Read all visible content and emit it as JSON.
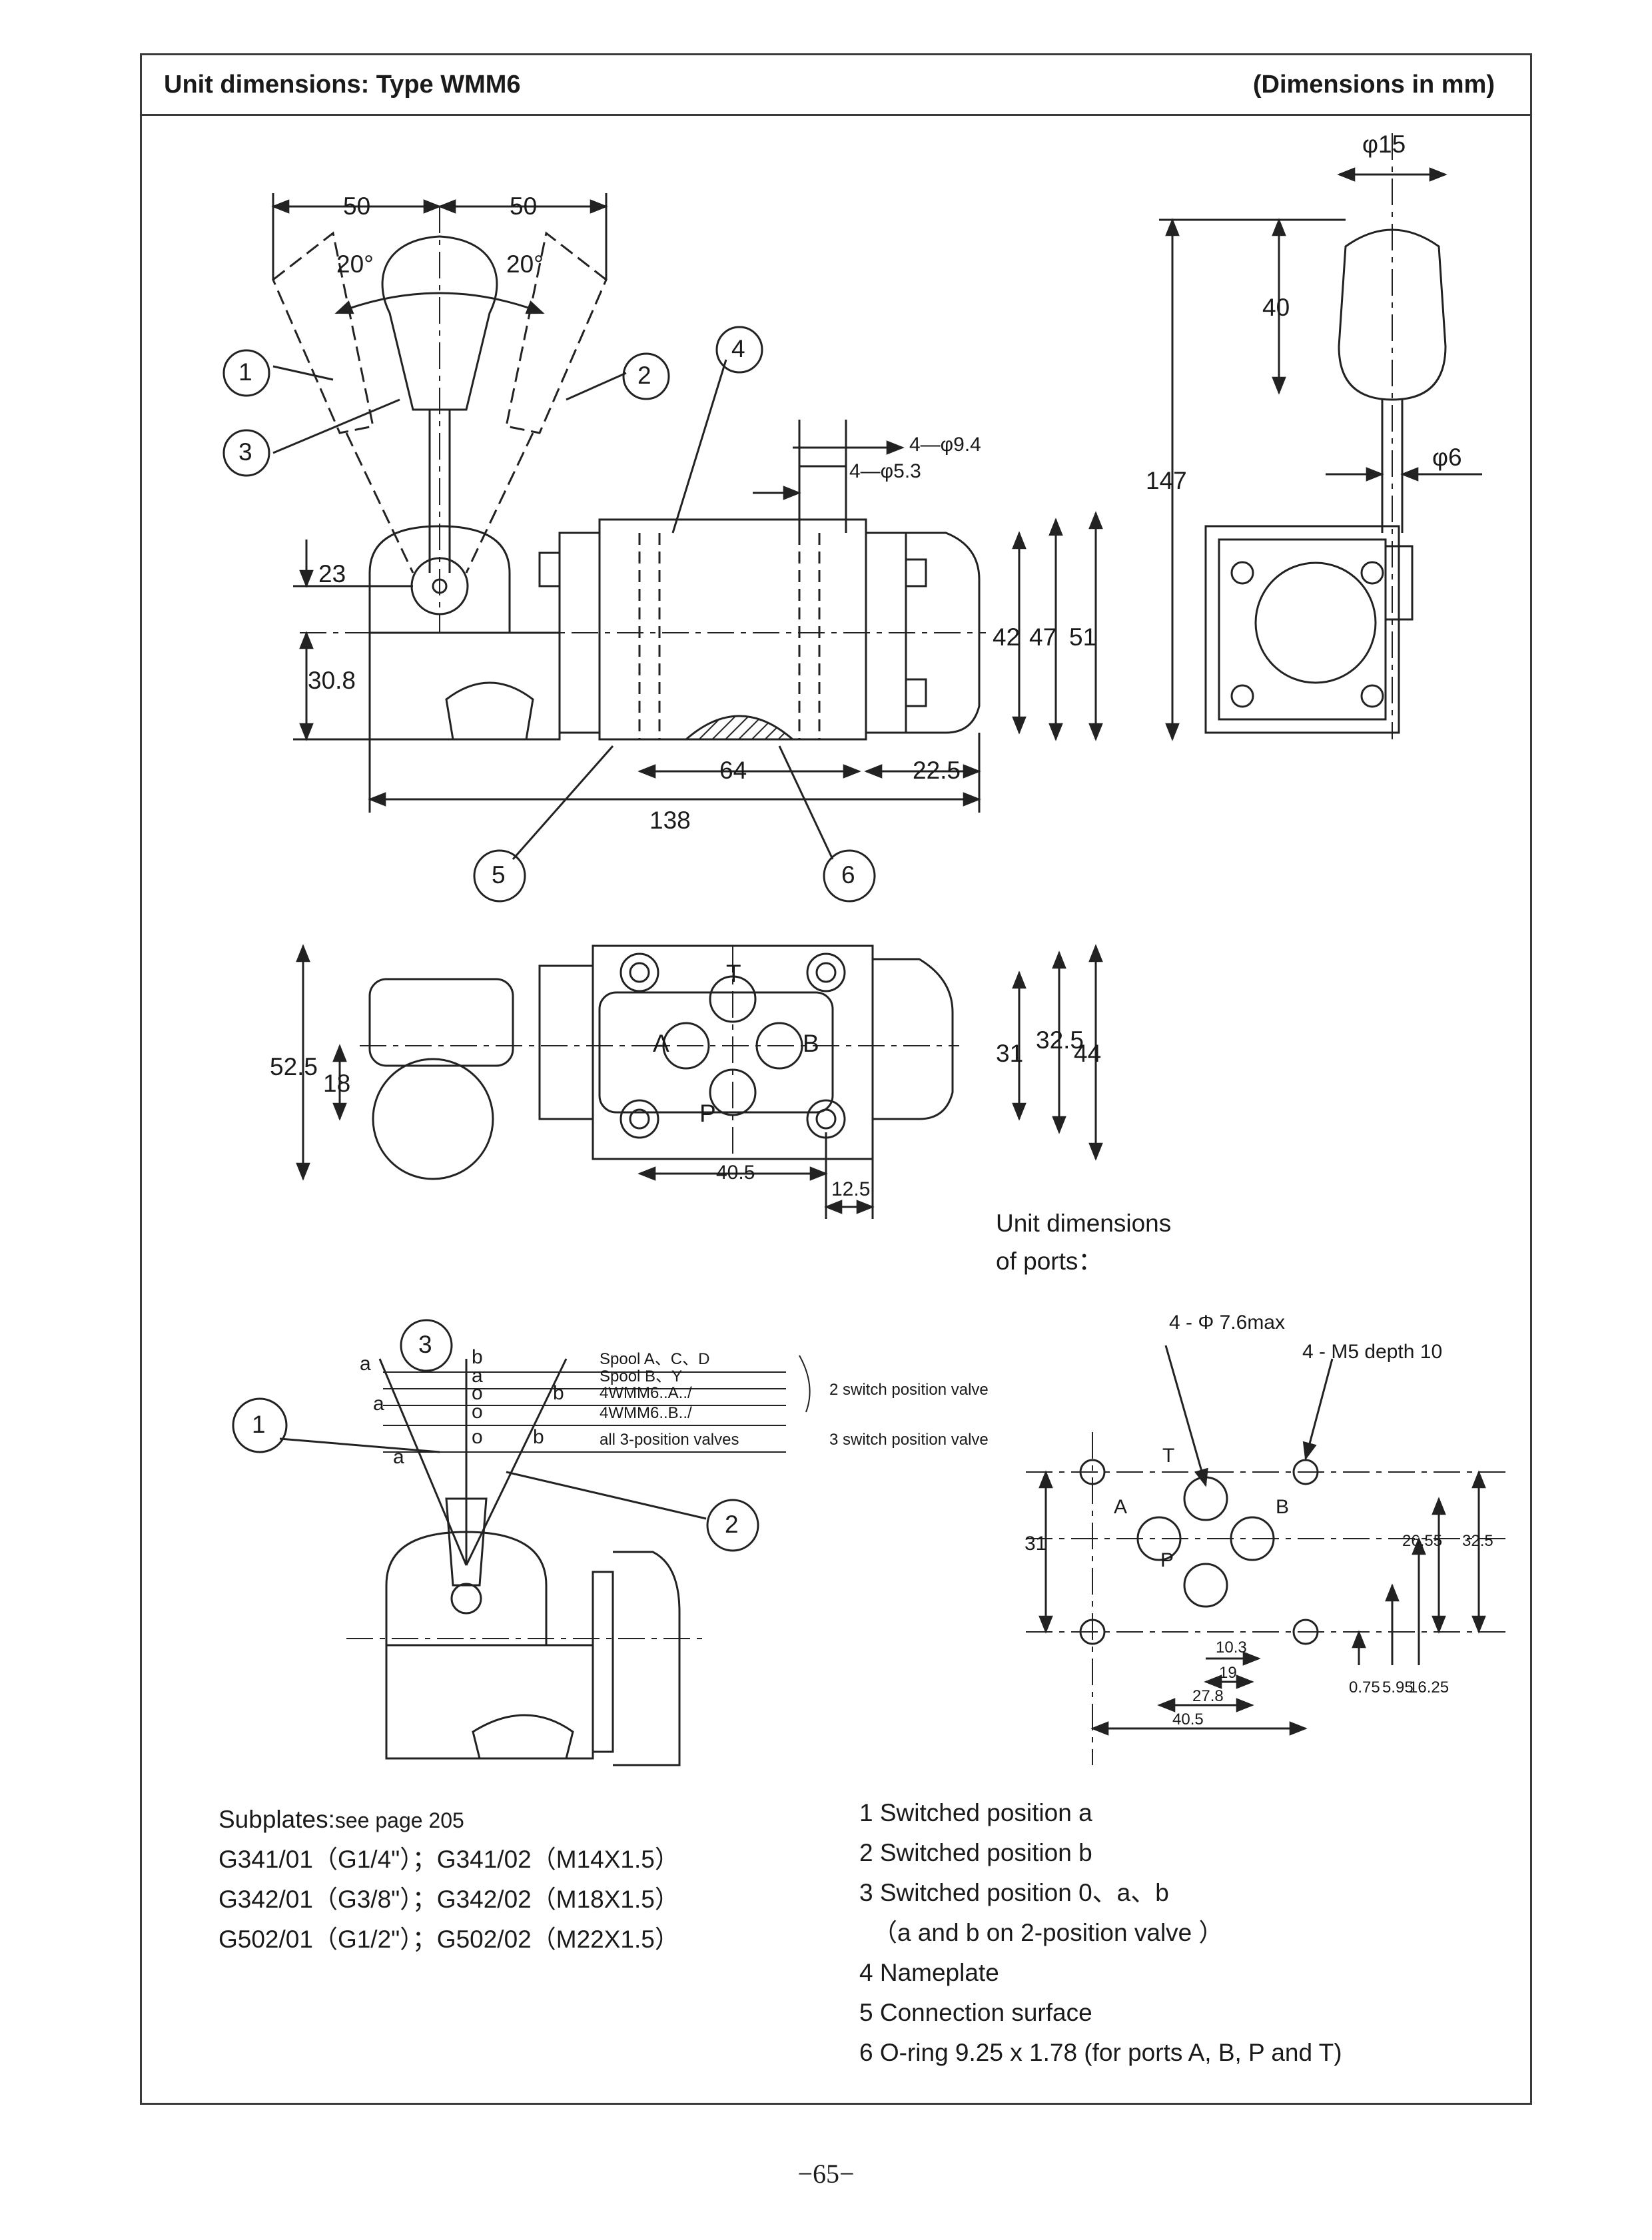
{
  "header": {
    "title": "Unit dimensions: Type WMM6",
    "units": "(Dimensions in mm)"
  },
  "drawing": {
    "main_view": {
      "dims": [
        "50",
        "50",
        "20°",
        "20°",
        "23",
        "30.8",
        "138",
        "64",
        "22.5",
        "42",
        "47",
        "51",
        "4—φ9.4",
        "4—φ5.3"
      ],
      "balloons": [
        "1",
        "2",
        "3",
        "4",
        "5",
        "6"
      ]
    },
    "side_view": {
      "dims": [
        "φ15",
        "40",
        "147",
        "φ6"
      ]
    },
    "top_view": {
      "dims": [
        "52.5",
        "18",
        "31",
        "32.5",
        "44",
        "40.5",
        "12.5"
      ],
      "port_letters": [
        "T",
        "A",
        "B",
        "P"
      ]
    },
    "lever_view": {
      "balloons": [
        "1",
        "2",
        "3"
      ],
      "positions": [
        "b",
        "a",
        "o",
        "o",
        "o",
        "a",
        "a",
        "a",
        "b",
        "b"
      ],
      "legend": [
        "Spool  A、C、D",
        "Spool  B、Y",
        "4WMM6..A../",
        "4WMM6..B../",
        "all 3-position valves"
      ],
      "notes": [
        "2 switch position valve",
        "3 switch position valve"
      ]
    },
    "port_view": {
      "caption_lines": [
        "Unit dimensions",
        "of ports："
      ],
      "labels": [
        "4 - Φ 7.6max",
        "4 - M5 depth 10"
      ],
      "port_letters": [
        "T",
        "A",
        "B",
        "P"
      ],
      "dims": [
        "31",
        "26.55",
        "32.5",
        "10.3",
        "19",
        "27.8",
        "40.5",
        "0.75",
        "5.95",
        "16.25"
      ]
    }
  },
  "subplates": {
    "title": "Subplates:",
    "ref": "see page 205",
    "rows": [
      "G341/01（G1/4\"）；G341/02（M14X1.5）",
      "G342/01（G3/8\"）；G342/02（M18X1.5）",
      "G502/01（G1/2\"）；G502/02（M22X1.5）"
    ]
  },
  "legend_items": [
    "1 Switched position a",
    "2 Switched position b",
    "3 Switched position 0、a、b",
    "（a and b on 2-position valve ）",
    "4  Nameplate",
    "5 Connection surface",
    "6  O-ring 9.25 x 1.78 (for ports A, B, P and T)"
  ],
  "page_number": "−65−"
}
